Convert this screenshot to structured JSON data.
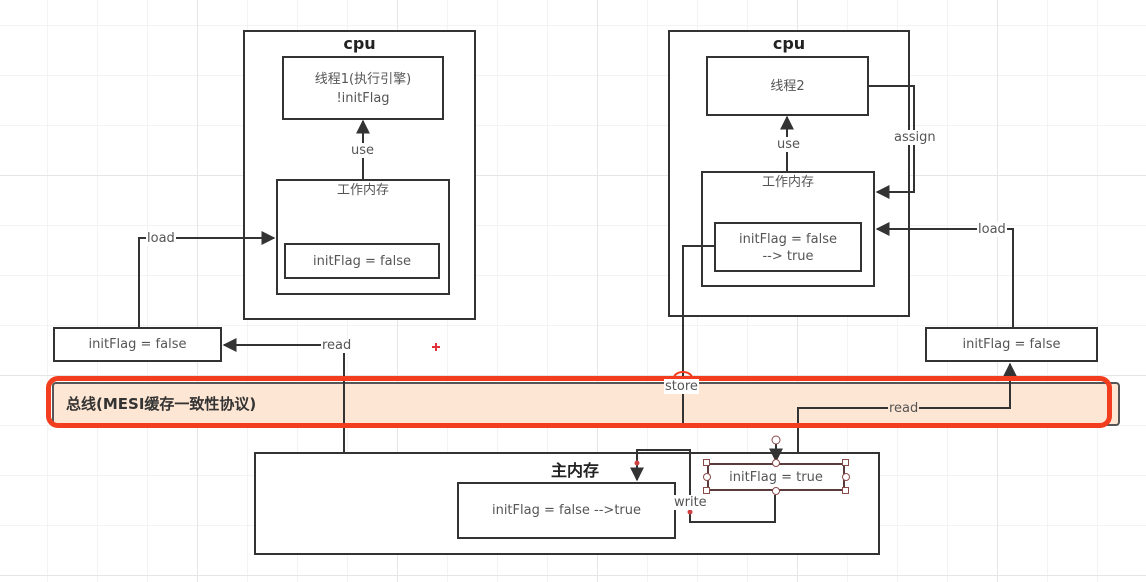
{
  "cpu_left": {
    "title": "cpu",
    "thread_box": {
      "line1": "线程1(执行引擎)",
      "line2": "!initFlag"
    },
    "working_memory": {
      "title": "工作内存",
      "value": "initFlag = false"
    }
  },
  "cpu_right": {
    "title": "cpu",
    "thread_box": {
      "line1": "线程2"
    },
    "working_memory": {
      "title": "工作内存",
      "value_line1": "initFlag = false",
      "value_line2": "--> true"
    }
  },
  "left_copy": {
    "value": "initFlag = false"
  },
  "right_copy": {
    "value": "initFlag = false"
  },
  "bus": {
    "label": "总线(MESI缓存一致性协议)"
  },
  "main_memory": {
    "title": "主内存",
    "value": "initFlag = false -->true",
    "selected_value": "initFlag = true"
  },
  "edges": {
    "use_left": "use",
    "use_right": "use",
    "load_left": "load",
    "load_right": "load",
    "read_left": "read",
    "read_right": "read",
    "assign": "assign",
    "store": "store",
    "write": "write"
  },
  "colors": {
    "highlight": "#f23d1f",
    "bus_fill": "#fde6d3",
    "line": "#333333"
  }
}
